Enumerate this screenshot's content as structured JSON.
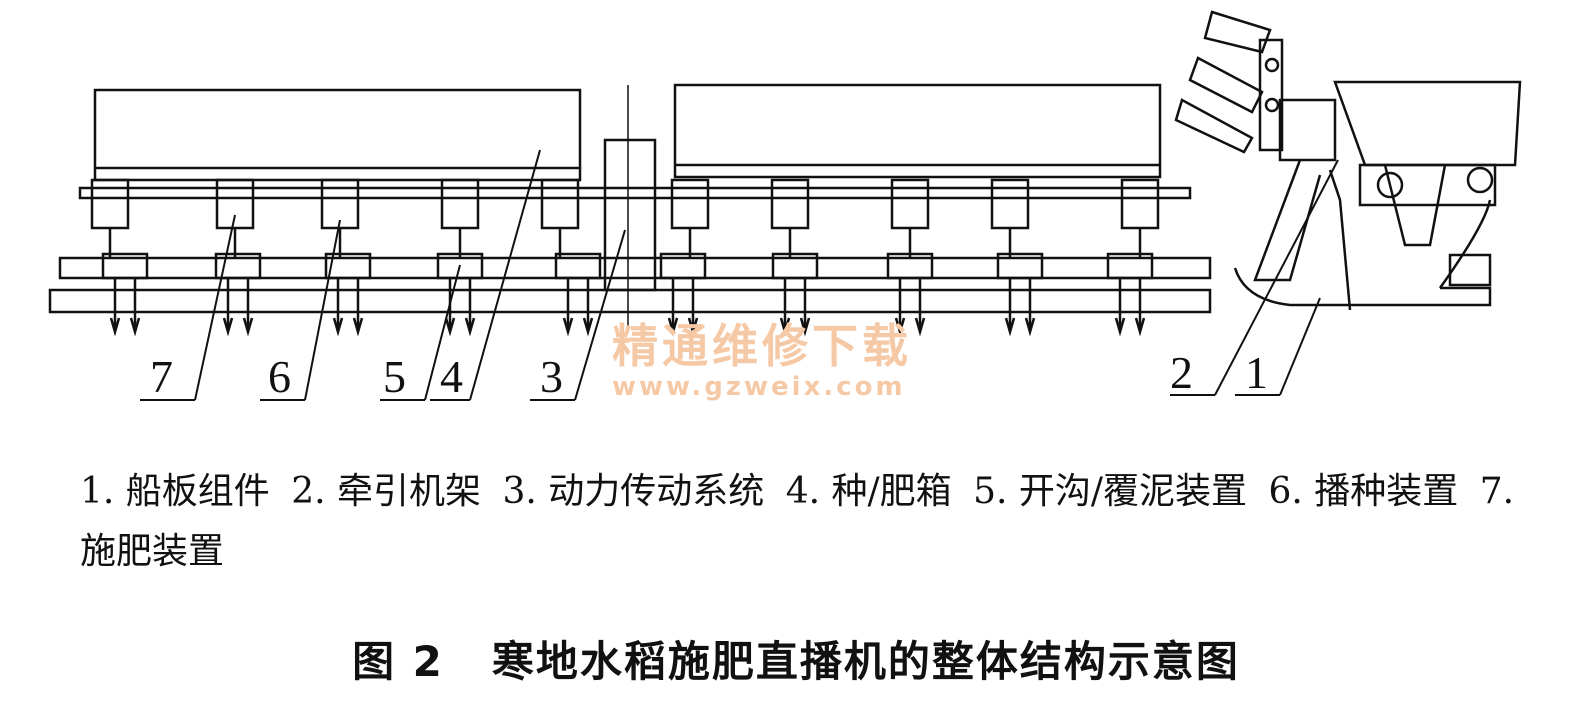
{
  "callouts": [
    "1",
    "2",
    "3",
    "4",
    "5",
    "6",
    "7"
  ],
  "watermark": {
    "text": "精通维修下载",
    "url": "www.gzweix.com"
  },
  "legend": [
    "1. 船板组件",
    "2. 牵引机架",
    "3. 动力传动系统",
    "4. 种/肥箱",
    "5. 开沟/覆泥装置",
    "6. 播种装置",
    "7. 施肥装置"
  ],
  "caption": {
    "figure_number": "图 2",
    "title": "寒地水稻施肥直播机的整体结构示意图"
  },
  "colors": {
    "line": "#111111",
    "watermark": "#f6c9a6"
  }
}
